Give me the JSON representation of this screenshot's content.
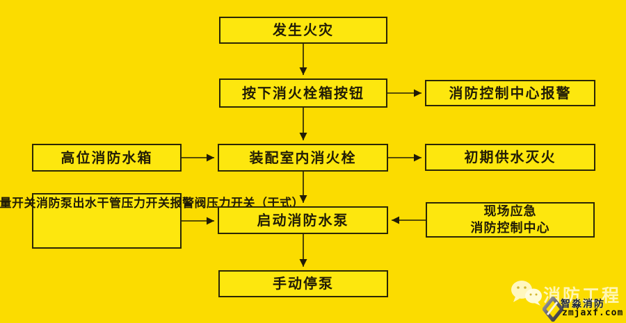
{
  "palette": {
    "background": "#fbdc00",
    "node_fill": "#fde70e",
    "node_border": "#2b2605",
    "text": "#211c06",
    "watermark_light": "rgba(255,250,210,0.85)",
    "brand_dark": "#15203d"
  },
  "flowchart": {
    "nodes": {
      "fire_occurs": {
        "label": "发生火灾"
      },
      "press_hydrant_button": {
        "label": "按下消火栓箱按钮"
      },
      "control_center_alarm": {
        "label": "消防控制中心报警"
      },
      "high_level_water_tank": {
        "label": "高位消防水箱"
      },
      "indoor_hydrant": {
        "label": "装配室内消火栓"
      },
      "initial_water_supply": {
        "label": "初期供水灭火"
      },
      "pump_start_switches": {
        "lines": [
          "高位出水箱的流量开关",
          "消防泵出水干管压力开关",
          "报警阀压力开关（干式）"
        ]
      },
      "start_fire_pump": {
        "label": "启动消防水泵"
      },
      "onsite_emergency_center": {
        "lines": [
          "现场应急",
          "消防控制中心"
        ]
      },
      "manual_pump_stop": {
        "label": "手动停泵"
      }
    }
  },
  "watermark": {
    "wechat_icon": "wechat-icon",
    "title": "消防工程",
    "brand_logo": "zhimiao-diamond-logo",
    "brand_name": "智淼消防",
    "brand_url": "zmjaxf.com"
  }
}
